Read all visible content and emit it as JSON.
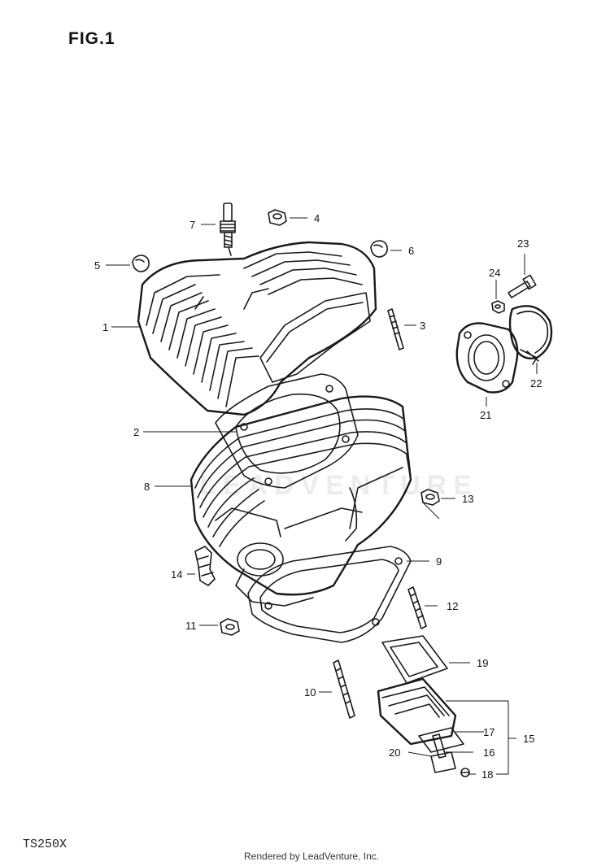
{
  "figure": {
    "title": "FIG.1",
    "model": "TS250X",
    "credit": "Rendered by LeadVenture, Inc.",
    "watermark": "LEADVENTURE"
  },
  "callouts": [
    {
      "id": "c1",
      "label": "1"
    },
    {
      "id": "c2",
      "label": "2"
    },
    {
      "id": "c3",
      "label": "3"
    },
    {
      "id": "c4",
      "label": "4"
    },
    {
      "id": "c5",
      "label": "5"
    },
    {
      "id": "c6",
      "label": "6"
    },
    {
      "id": "c7",
      "label": "7"
    },
    {
      "id": "c8",
      "label": "8"
    },
    {
      "id": "c9",
      "label": "9"
    },
    {
      "id": "c10",
      "label": "10"
    },
    {
      "id": "c11",
      "label": "11"
    },
    {
      "id": "c12",
      "label": "12"
    },
    {
      "id": "c13",
      "label": "13"
    },
    {
      "id": "c14",
      "label": "14"
    },
    {
      "id": "c15",
      "label": "15"
    },
    {
      "id": "c16",
      "label": "16"
    },
    {
      "id": "c17",
      "label": "17"
    },
    {
      "id": "c18",
      "label": "18"
    },
    {
      "id": "c19",
      "label": "19"
    },
    {
      "id": "c20",
      "label": "20"
    },
    {
      "id": "c21",
      "label": "21"
    },
    {
      "id": "c22",
      "label": "22"
    },
    {
      "id": "c23",
      "label": "23"
    },
    {
      "id": "c24",
      "label": "24"
    }
  ]
}
